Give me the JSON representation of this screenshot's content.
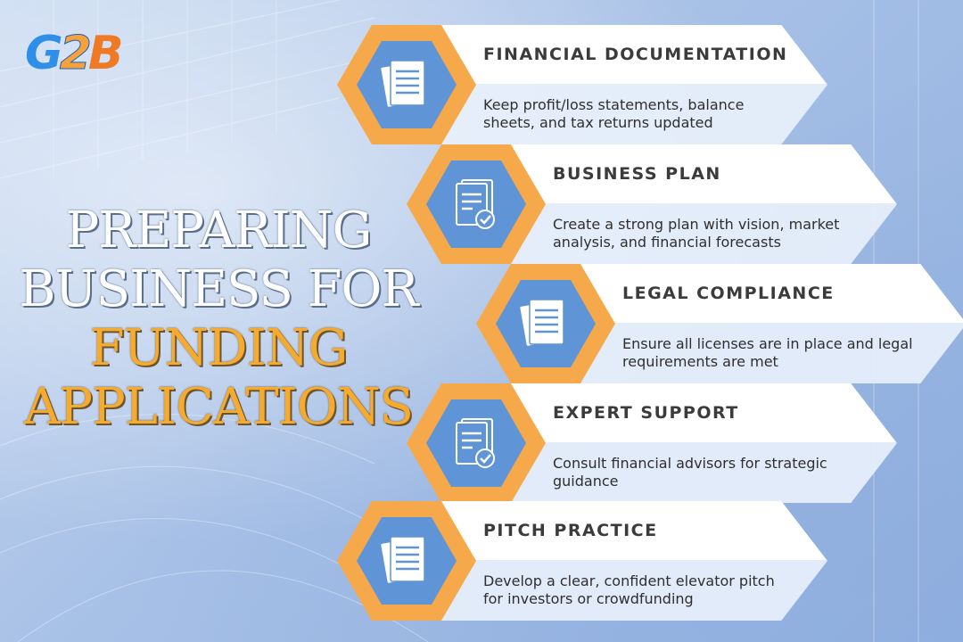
{
  "logo": {
    "g": "G",
    "two": "2",
    "b": "B"
  },
  "headline": {
    "line1": "PREPARING",
    "line2": "BUSINESS FOR",
    "line3": "FUNDING",
    "line4": "APPLICATIONS"
  },
  "colors": {
    "accent_orange": "#f6ab2f",
    "hex_inner": "#5f95d6",
    "hex_outer": "#f6a94a"
  },
  "steps": [
    {
      "title": "FINANCIAL DOCUMENTATION",
      "desc": "Keep profit/loss statements, balance sheets, and tax returns updated",
      "icon": "documents-icon"
    },
    {
      "title": "BUSINESS PLAN",
      "desc": "Create a strong plan with vision, market analysis, and financial forecasts",
      "icon": "checked-document-icon"
    },
    {
      "title": "LEGAL COMPLIANCE",
      "desc": "Ensure all licenses are in place and legal requirements are met",
      "icon": "documents-icon"
    },
    {
      "title": "EXPERT SUPPORT",
      "desc": "Consult financial advisors for strategic guidance",
      "icon": "checked-document-icon"
    },
    {
      "title": "PITCH PRACTICE",
      "desc": "Develop a clear, confident elevator pitch for investors or crowdfunding",
      "icon": "documents-icon"
    }
  ]
}
